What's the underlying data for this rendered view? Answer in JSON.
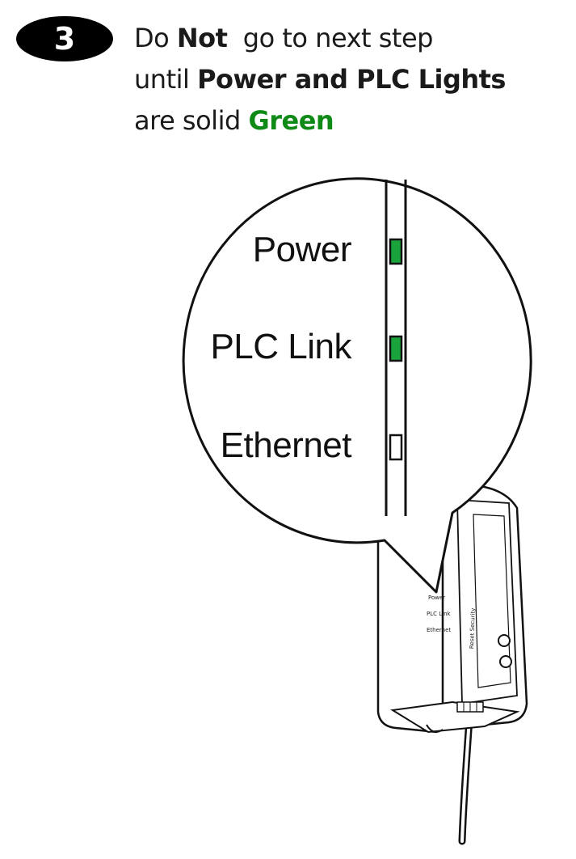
{
  "step": {
    "number": "3",
    "color": "#000000"
  },
  "instruction": {
    "line1_a": "Do ",
    "line1_bold": "Not",
    "line1_b": "  go to next step",
    "line2_a": "until ",
    "line2_bold": "Power and PLC Lights",
    "line3_a": "are solid ",
    "line3_green": "Green",
    "accent_color": "#0f8a16"
  },
  "leds": [
    {
      "label": "Power",
      "state": "on",
      "color": "#19a33a"
    },
    {
      "label": "PLC Link",
      "state": "on",
      "color": "#19a33a"
    },
    {
      "label": "Ethernet",
      "state": "off",
      "color": "#ffffff"
    }
  ],
  "device": {
    "front_text": [
      "Power",
      "PLC Link",
      "Ethernet"
    ],
    "side_button_label": "Reset Security"
  }
}
